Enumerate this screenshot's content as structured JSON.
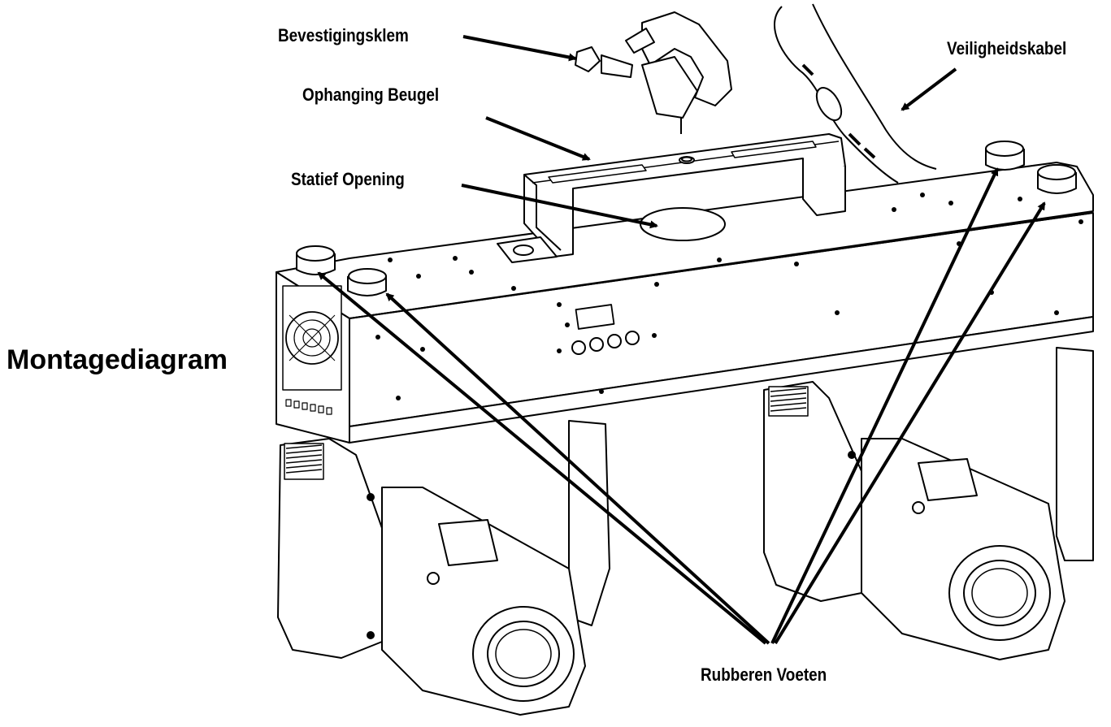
{
  "diagram": {
    "title": "Montagediagram",
    "labels": {
      "clamp": "Bevestigingsklem",
      "bracket": "Ophanging Beugel",
      "tripod": "Statief Opening",
      "safety": "Veiligheidskabel",
      "feet": "Rubberen Voeten"
    }
  }
}
